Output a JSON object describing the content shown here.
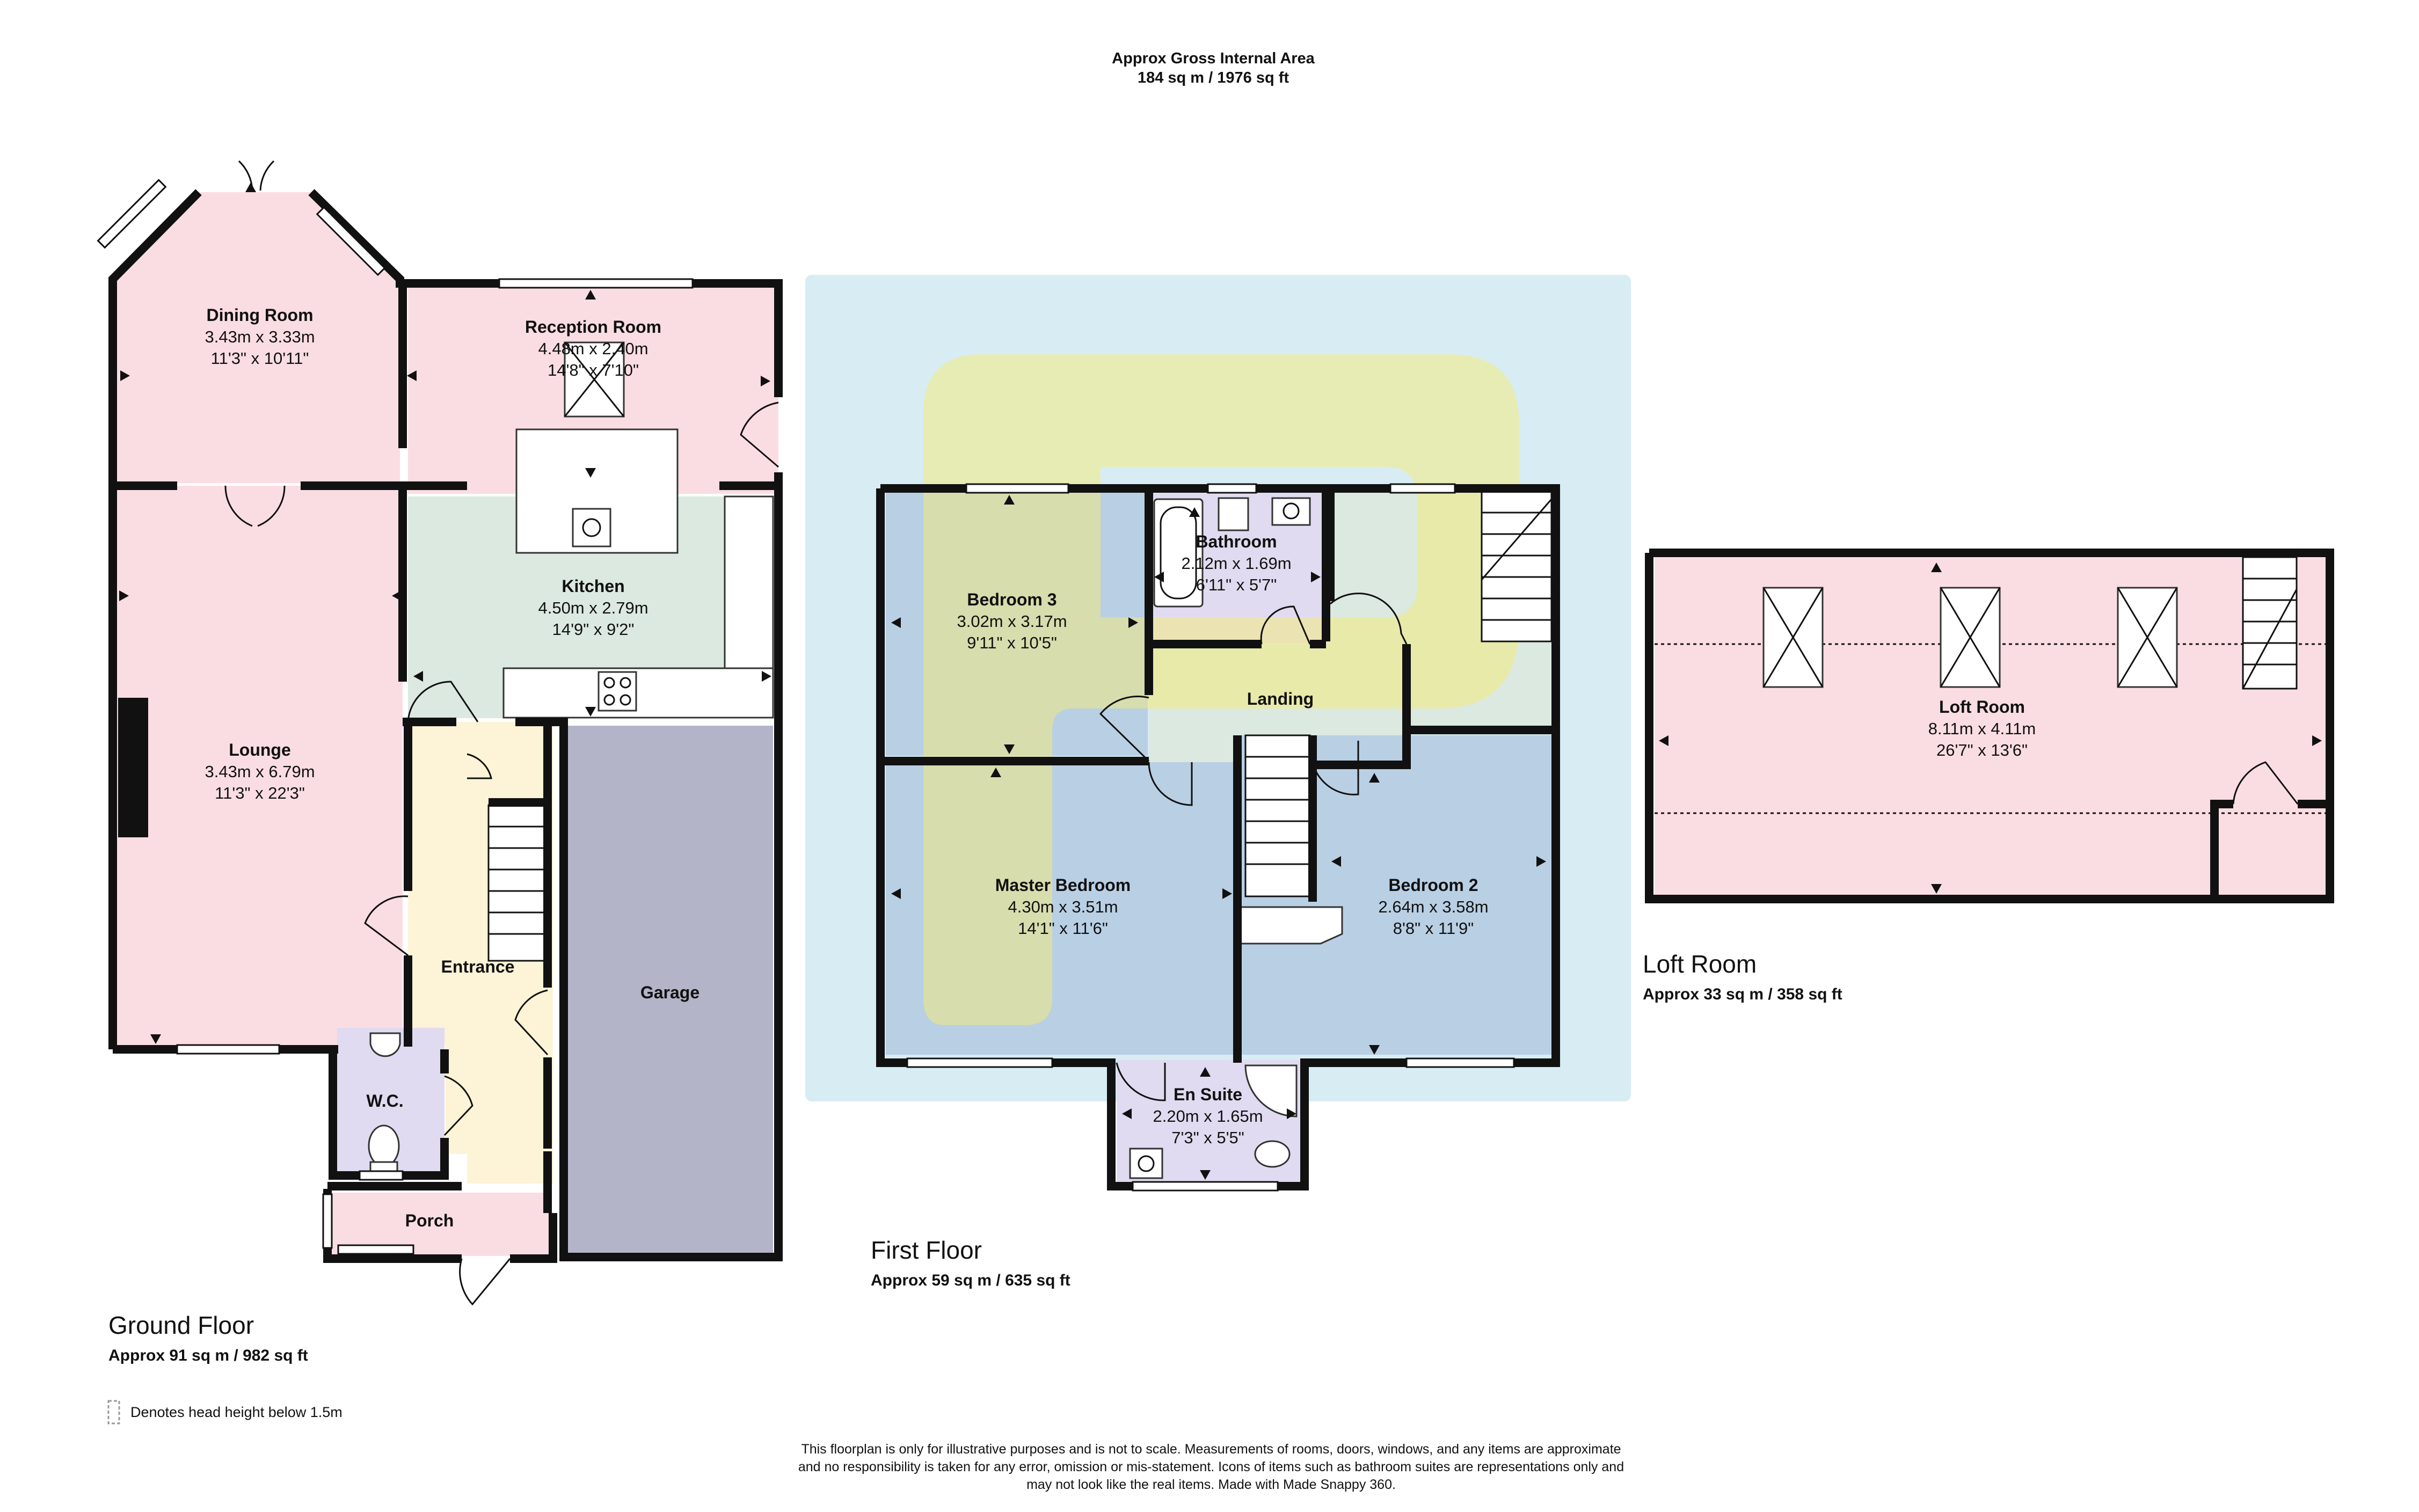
{
  "header": {
    "title": "Approx Gross Internal Area",
    "total_area": "184 sq m / 1976 sq ft"
  },
  "colors": {
    "pink": "#fadde2",
    "green": "#dbe9e1",
    "cream": "#fdf3d6",
    "lavender": "#e0dbf0",
    "garage": "#b4b4c9",
    "blue": "#b9cfe4",
    "wall": "#111111",
    "watermark_yellow": "#f6ec74"
  },
  "ground_floor": {
    "label": "Ground Floor",
    "area": "Approx 91 sq m / 982 sq ft",
    "rooms": {
      "dining": {
        "name": "Dining Room",
        "metric": "3.43m x 3.33m",
        "imperial": "11'3\" x 10'11\""
      },
      "reception": {
        "name": "Reception Room",
        "metric": "4.48m x 2.40m",
        "imperial": "14'8\" x 7'10\""
      },
      "kitchen": {
        "name": "Kitchen",
        "metric": "4.50m x 2.79m",
        "imperial": "14'9\" x 9'2\""
      },
      "lounge": {
        "name": "Lounge",
        "metric": "3.43m x 6.79m",
        "imperial": "11'3\" x 22'3\""
      },
      "entrance": {
        "name": "Entrance"
      },
      "garage": {
        "name": "Garage"
      },
      "wc": {
        "name": "W.C."
      },
      "porch": {
        "name": "Porch"
      }
    }
  },
  "first_floor": {
    "label": "First Floor",
    "area": "Approx 59 sq m / 635 sq ft",
    "rooms": {
      "bedroom3": {
        "name": "Bedroom 3",
        "metric": "3.02m x 3.17m",
        "imperial": "9'11\" x 10'5\""
      },
      "bathroom": {
        "name": "Bathroom",
        "metric": "2.12m x 1.69m",
        "imperial": "6'11\" x 5'7\""
      },
      "landing": {
        "name": "Landing"
      },
      "master": {
        "name": "Master Bedroom",
        "metric": "4.30m x 3.51m",
        "imperial": "14'1\" x 11'6\""
      },
      "bedroom2": {
        "name": "Bedroom 2",
        "metric": "2.64m x 3.58m",
        "imperial": "8'8\" x 11'9\""
      },
      "ensuite": {
        "name": "En Suite",
        "metric": "2.20m x 1.65m",
        "imperial": "7'3\" x 5'5\""
      }
    }
  },
  "loft": {
    "label": "Loft Room",
    "area": "Approx 33 sq m / 358 sq ft",
    "rooms": {
      "loft": {
        "name": "Loft Room",
        "metric": "8.11m x 4.11m",
        "imperial": "26'7\" x 13'6\""
      }
    }
  },
  "legend": {
    "head_height": "Denotes head height below 1.5m"
  },
  "disclaimer": {
    "line1": "This floorplan is only for illustrative purposes and is not to scale. Measurements of rooms, doors, windows, and any items are approximate",
    "line2": "and no responsibility is taken for any error, omission or mis-statement. Icons of items such as bathroom suites are representations only and",
    "line3": "may not look like the real items. Made with Made Snappy 360."
  }
}
